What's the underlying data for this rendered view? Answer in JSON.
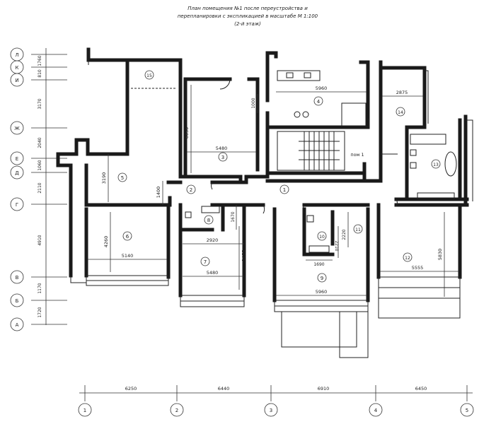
{
  "title": {
    "line1": "План помещения №1 после переустройства и",
    "line2": "перепланировки с экспликацией в масштабе М 1:100",
    "line3": "(2-й этаж)"
  },
  "row_axes": [
    "Л",
    "К",
    "И",
    "Ж",
    "Е",
    "Д",
    "Г",
    "В",
    "Б",
    "А"
  ],
  "row_dims": [
    "1760",
    "810",
    "3170",
    "2040",
    "1060",
    "2110",
    "4910",
    "1170",
    "1720"
  ],
  "col_axes": [
    "1",
    "2",
    "3",
    "4",
    "5"
  ],
  "col_dims": [
    "6250",
    "6440",
    "6910",
    "6450"
  ],
  "rooms": [
    "1",
    "2",
    "3",
    "4",
    "5",
    "6",
    "7",
    "8",
    "9",
    "10",
    "11",
    "12",
    "13",
    "14",
    "15"
  ],
  "room_label": "пом 1",
  "dims": {
    "d5960_top": "5960",
    "d2875": "2875",
    "d1000": "1000",
    "d6030": "6030",
    "d5480_top": "5480",
    "d3190": "3190",
    "d1400": "1400",
    "d1670": "1670",
    "d2920": "2920",
    "d4260": "4260",
    "d5140": "5140",
    "d5570": "5570",
    "d5480_bottom": "5480",
    "d2220": "2220",
    "d2210": "2210",
    "d1690": "1690",
    "d5960_bottom": "5960",
    "d5830": "5830",
    "d5555": "5555"
  }
}
